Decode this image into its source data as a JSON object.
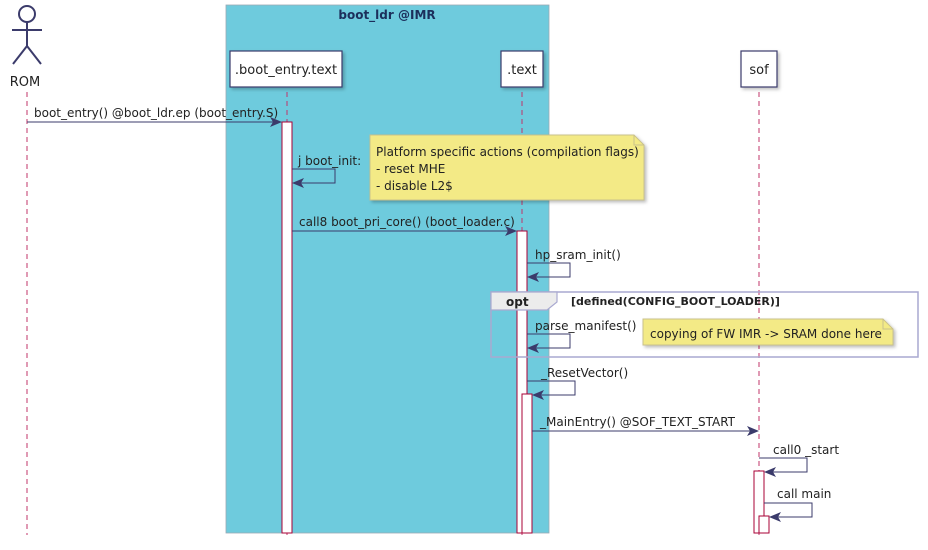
{
  "box": {
    "title": "boot_ldr @IMR",
    "color": "#6ecbdd"
  },
  "participants": {
    "rom": "ROM",
    "boot_entry": ".boot_entry.text",
    "text": ".text",
    "sof": "sof"
  },
  "messages": {
    "m1": "boot_entry() @boot_ldr.ep (boot_entry.S)",
    "m2": "j boot_init:",
    "m3": "call8 boot_pri_core() (boot_loader.c)",
    "m4": "hp_sram_init()",
    "m5": "parse_manifest()",
    "m6": "_ResetVector()",
    "m7": "_MainEntry() @SOF_TEXT_START",
    "m8": "call0 _start",
    "m9": "call main"
  },
  "notes": {
    "platform": [
      "Platform specific actions (compilation flags)",
      "- reset MHE",
      "- disable L2$"
    ],
    "copying": "copying of FW IMR -> SRAM done here"
  },
  "fragment": {
    "keyword": "opt",
    "guard": "[defined(CONFIG_BOOT_LOADER)]"
  },
  "colors": {
    "arrow": "#3b3b6b",
    "lifeline": "#a80036",
    "participant_border": "#3b3b6b",
    "note_fill": "#f3ea86",
    "note_border": "#c9c18c",
    "fragment_border": "#a9a9d0"
  }
}
